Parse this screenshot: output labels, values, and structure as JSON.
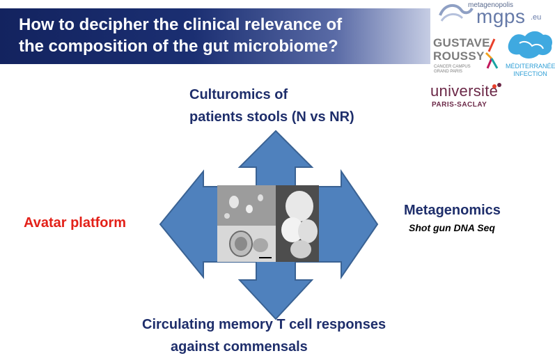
{
  "slide": {
    "title_line1": "How to decipher the clinical relevance of",
    "title_line2": "the composition of the gut microbiome?"
  },
  "logos": {
    "mgps": {
      "small": "metagenopolis",
      "big": "mgps",
      "suffix": ".eu"
    },
    "gustave_roussy": {
      "line1": "GUSTAVE",
      "line2": "ROUSSY",
      "sub1": "CANCER CAMPUS",
      "sub2": "GRAND PARIS"
    },
    "mediterranee": {
      "line1": "MÉDITERRANÉE",
      "line2": "INFECTION"
    },
    "paris_saclay": {
      "line1": "universite",
      "line2": "PARIS-SACLAY"
    }
  },
  "diagram": {
    "top": {
      "line1": "Culturomics of",
      "line2": "patients stools (N vs NR)"
    },
    "left": {
      "label": "Avatar platform"
    },
    "right": {
      "label": "Metagenomics",
      "sub": "Shot gun DNA Seq"
    },
    "bottom": {
      "line1": "Circulating memory T cell responses",
      "line2": "against commensals"
    }
  },
  "colors": {
    "banner": "#1b2f72",
    "arrow_fill": "#4f81bd",
    "arrow_stroke": "#3a6293",
    "navy_text": "#1e2e6b",
    "red_text": "#e32119"
  }
}
